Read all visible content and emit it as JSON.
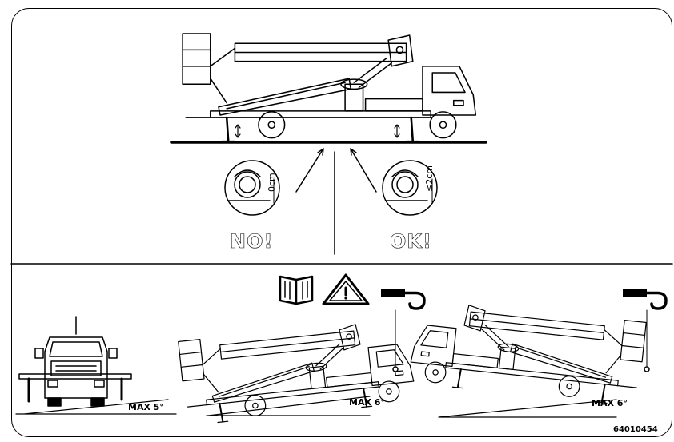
{
  "labels": {
    "no": "NO!",
    "ok": "OK!",
    "gap_no": "0cm",
    "gap_ok": "≤2cm",
    "max_side": "MAX 5°",
    "max_slope_front": "MAX 6°",
    "max_slope_back": "MAX 6°",
    "doc_code": "64010454"
  },
  "icons": [
    "manual-book-icon",
    "warning-triangle-icon",
    "tow-hook-icon"
  ]
}
